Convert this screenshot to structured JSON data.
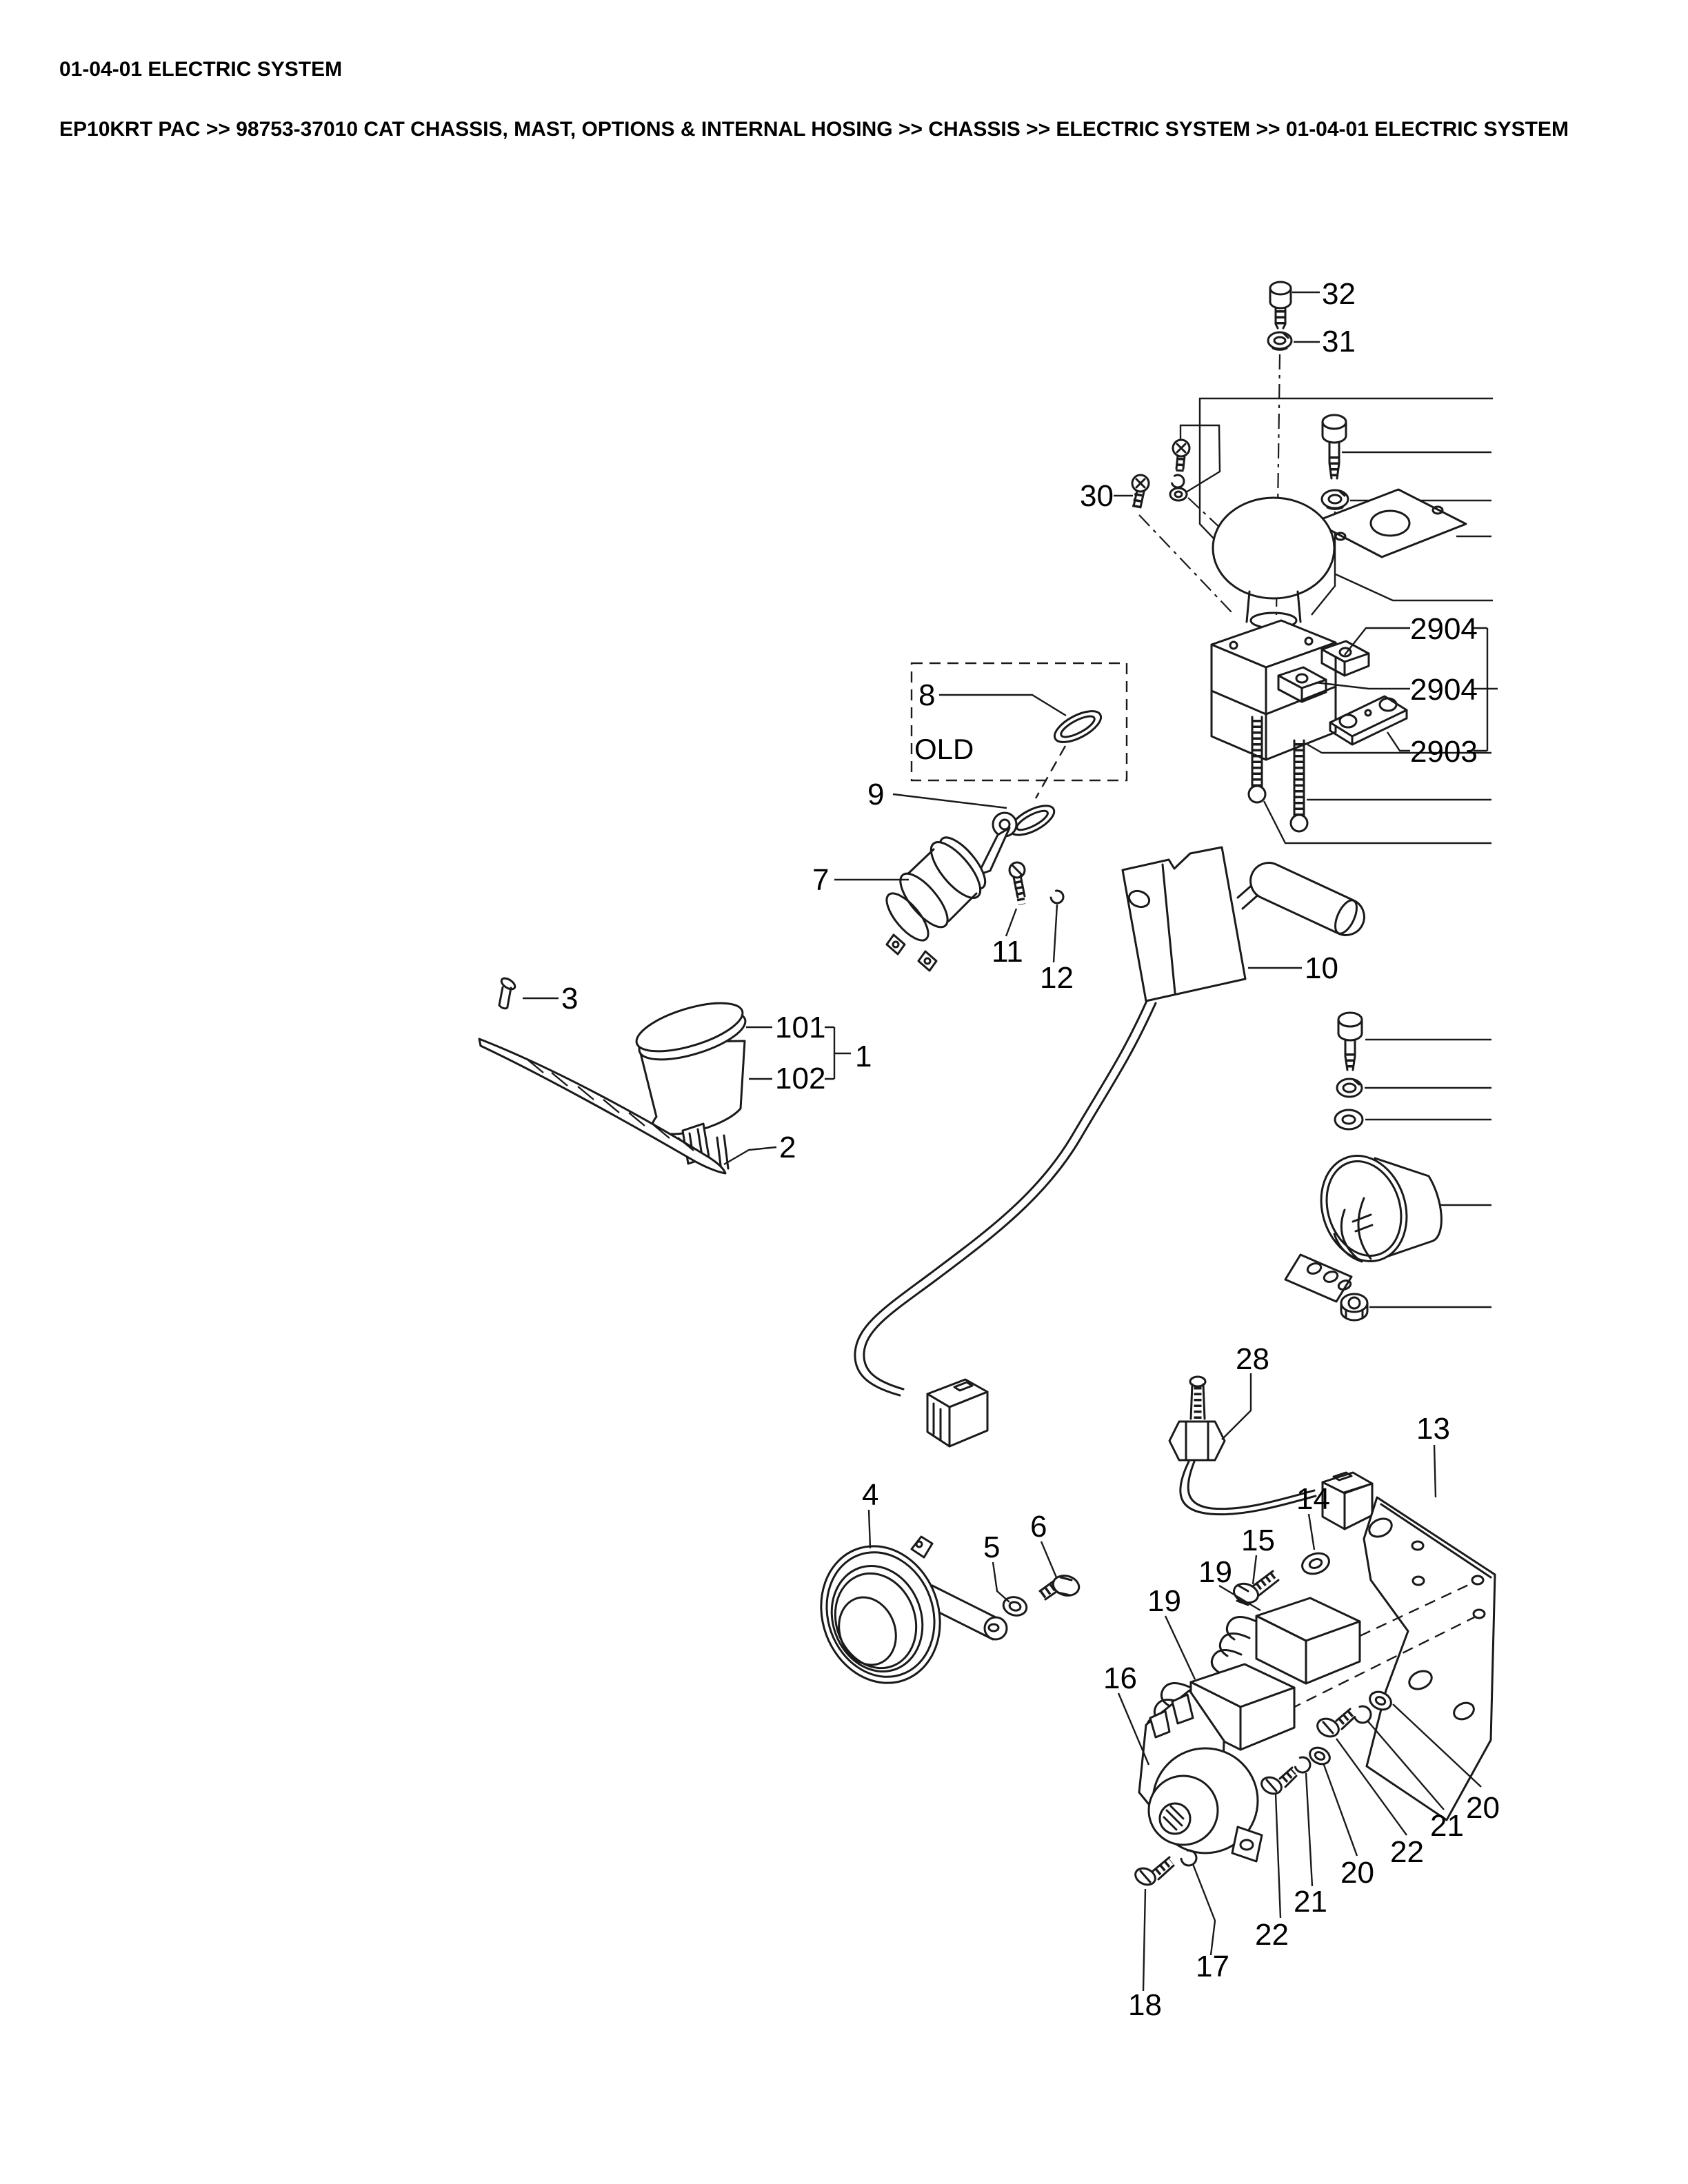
{
  "page": {
    "title": "01-04-01 ELECTRIC SYSTEM",
    "breadcrumb": "EP10KRT PAC >> 98753-37010 CAT CHASSIS, MAST, OPTIONS & INTERNAL HOSING >> CHASSIS >> ELECTRIC SYSTEM >> 01-04-01 ELECTRIC SYSTEM"
  },
  "diagram": {
    "old_note": "OLD",
    "callouts": [
      "32",
      "31",
      "30",
      "2904",
      "2904",
      "2903",
      "8",
      "9",
      "7",
      "11",
      "12",
      "10",
      "3",
      "101",
      "102",
      "1",
      "2",
      "28",
      "13",
      "14",
      "15",
      "19",
      "19",
      "4",
      "5",
      "6",
      "16",
      "20",
      "21",
      "22",
      "20",
      "21",
      "22",
      "17",
      "18"
    ]
  }
}
